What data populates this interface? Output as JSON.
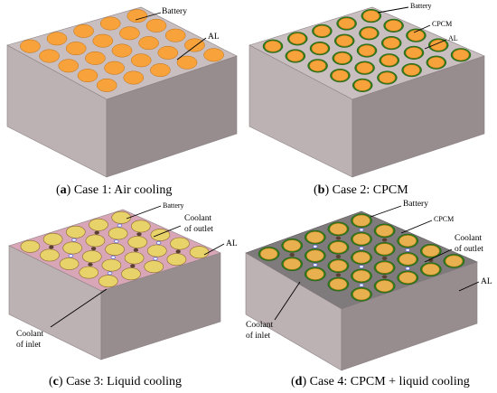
{
  "panels": [
    {
      "id": "a",
      "caption_letter": "a",
      "caption_text": "Case 1: Air cooling",
      "labels": {
        "battery": "Battery",
        "al": "AL"
      }
    },
    {
      "id": "b",
      "caption_letter": "b",
      "caption_text": "Case 2: CPCM",
      "labels": {
        "battery": "Battery",
        "cpcm": "CPCM",
        "al": "AL"
      }
    },
    {
      "id": "c",
      "caption_letter": "c",
      "caption_text": "Case 3: Liquid cooling",
      "labels": {
        "battery": "Battery",
        "coolant_outlet_1": "Coolant",
        "coolant_outlet_2": "of outlet",
        "al": "AL",
        "coolant_inlet_1": "Coolant",
        "coolant_inlet_2": "of inlet"
      }
    },
    {
      "id": "d",
      "caption_letter": "d",
      "caption_text": "Case 4: CPCM + liquid cooling",
      "labels": {
        "battery": "Battery",
        "cpcm": "CPCM",
        "coolant_outlet_1": "Coolant",
        "coolant_outlet_2": "of outlet",
        "al": "AL",
        "coolant_inlet_1": "Coolant",
        "coolant_inlet_2": "of inlet"
      }
    }
  ],
  "colors": {
    "top_face": "#c9bfc0",
    "front_face": "#b9aeb0",
    "right_face": "#948a8c",
    "battery": "#f7a23a",
    "cpcm_ring": "#2e7d1a",
    "liquid_top": "#d9a6b8",
    "cell_yellow": "#e8d26a",
    "inlet_dot": "#5a66d6",
    "outlet_dot": "#5a4030"
  }
}
